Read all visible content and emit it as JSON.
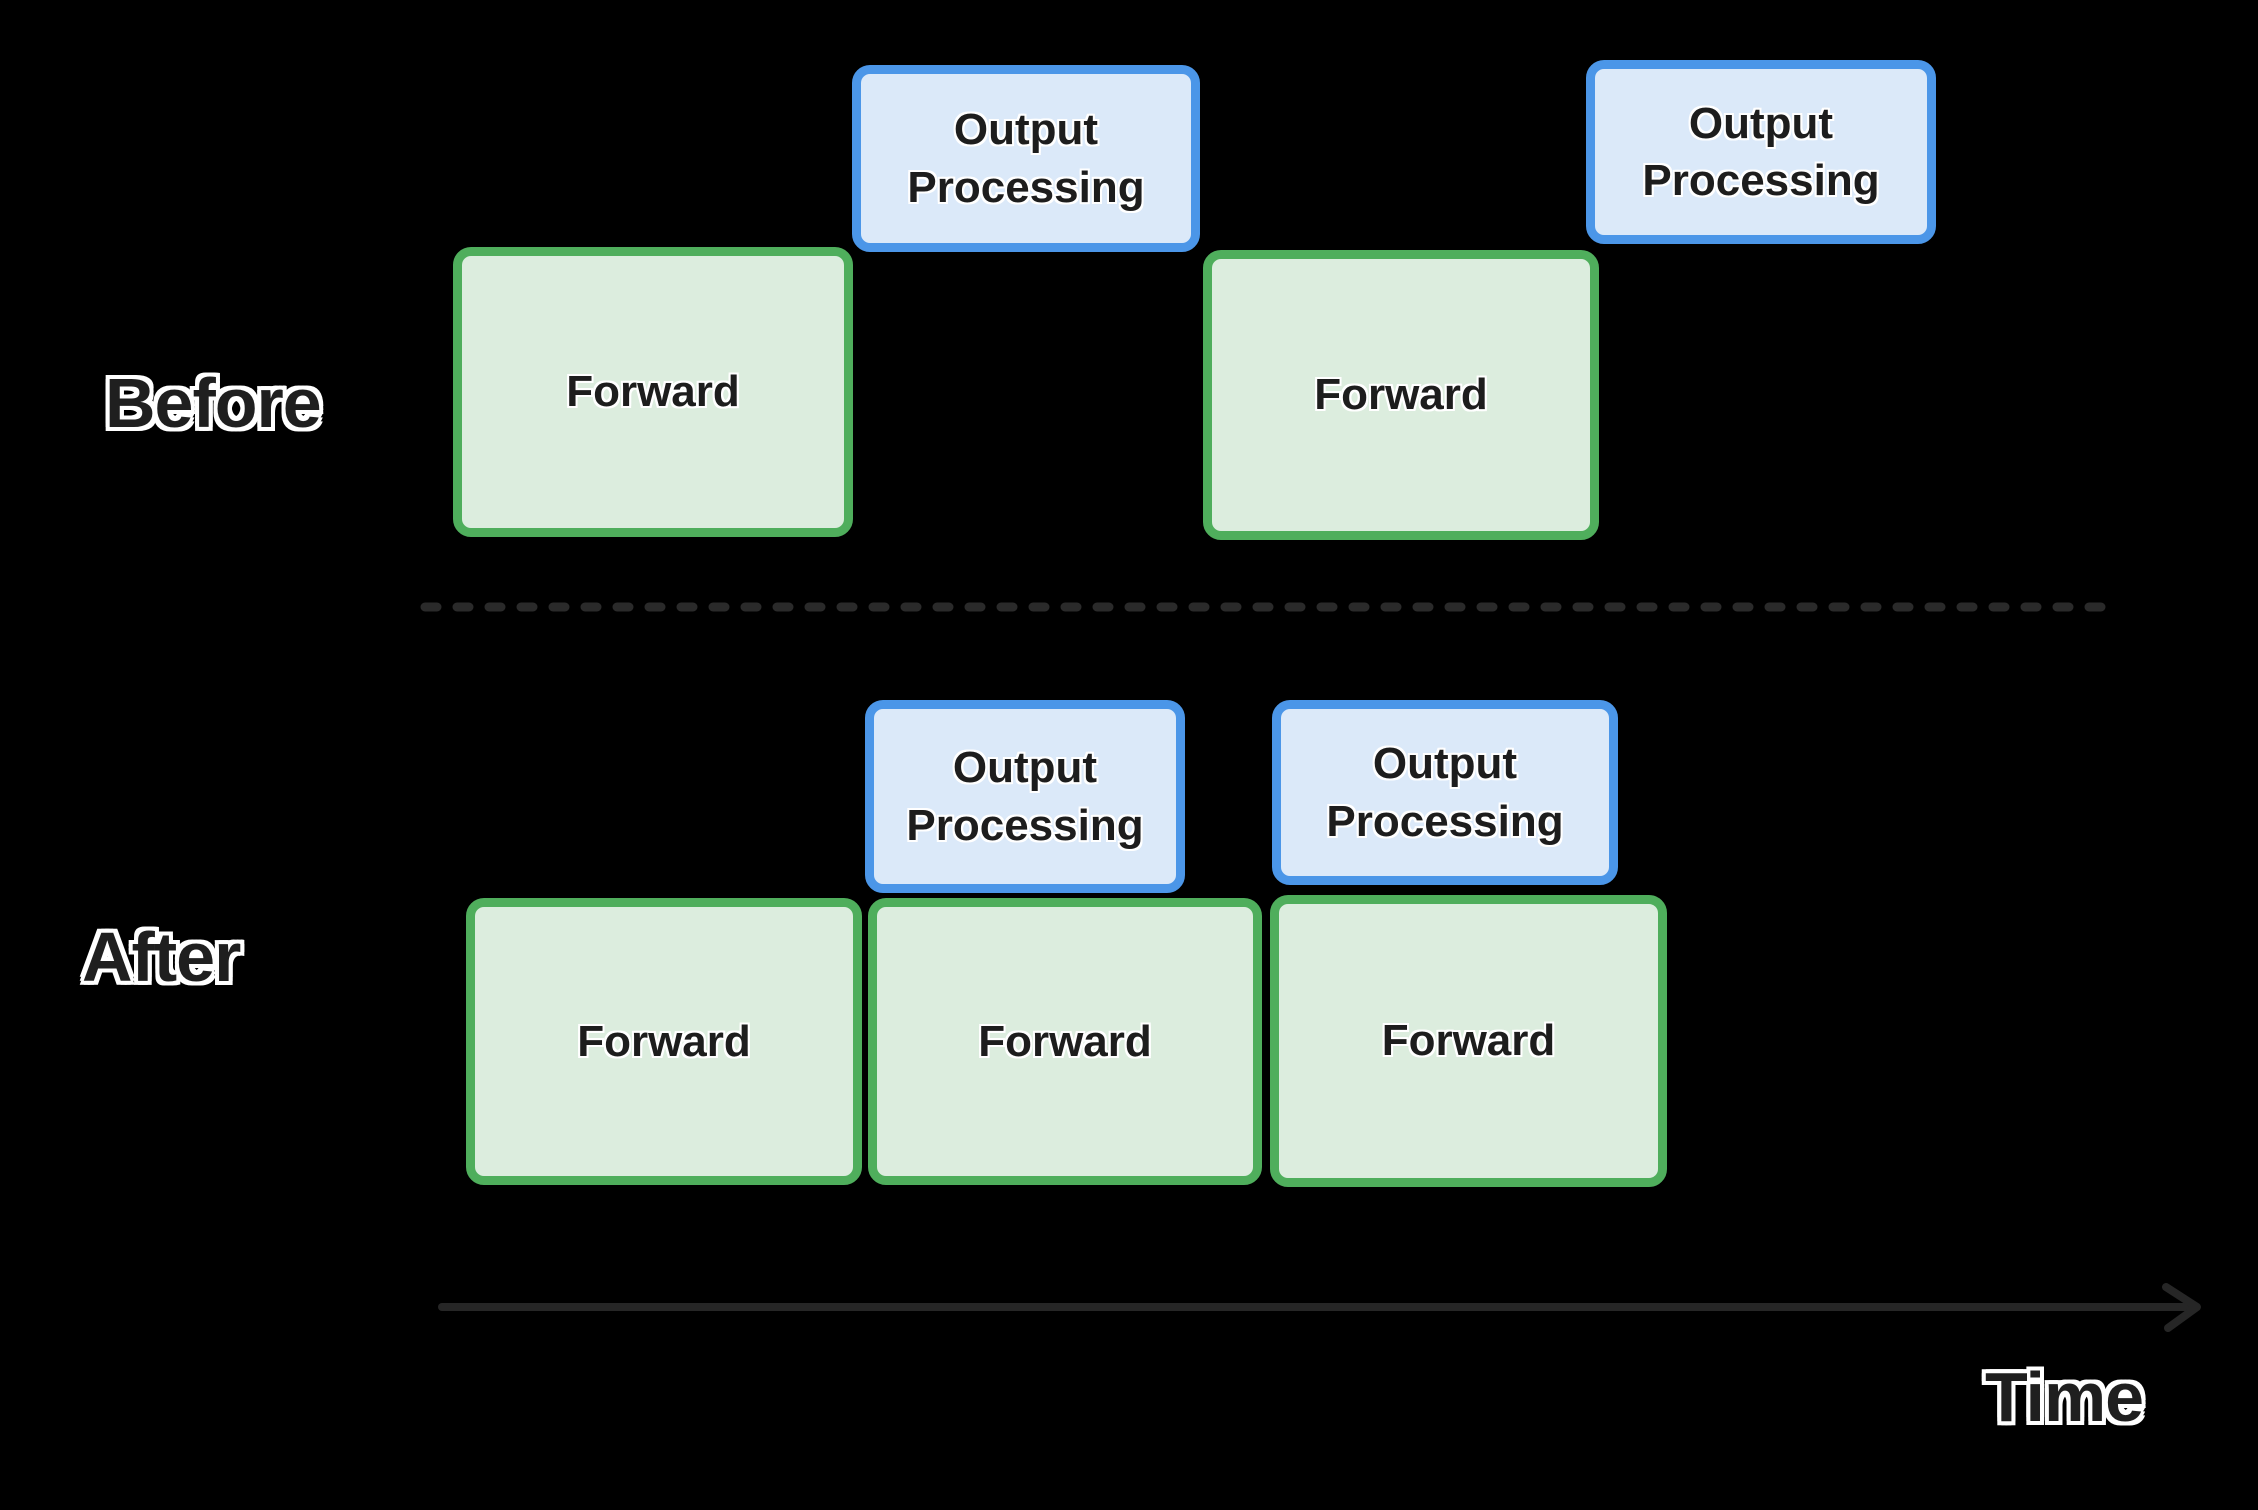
{
  "labels": {
    "before": "Before",
    "after": "After",
    "forward": "Forward",
    "output_processing": "Output Processing",
    "time": "Time"
  },
  "colors": {
    "background": "#000000",
    "forward_fill": "#dcedde",
    "forward_border": "#4fae5c",
    "output_fill": "#dbe9f9",
    "output_border": "#4b96e8",
    "box_text": "#1d1d1d",
    "outline_text": "#1f1f1f",
    "outline_halo": "#ffffff",
    "divider": "#2a2a2a",
    "axis": "#262626"
  }
}
